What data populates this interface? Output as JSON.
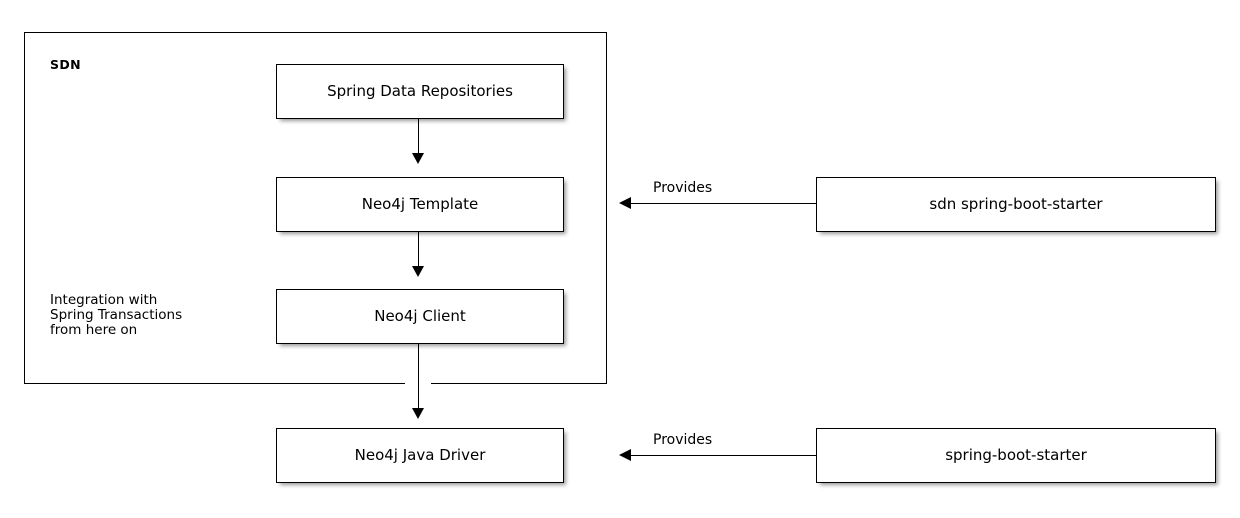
{
  "diagram": {
    "title_group": "SDN",
    "groups": [
      {
        "name": "sdn-boundary",
        "label": "SDN"
      }
    ],
    "nodes": [
      {
        "id": "spring-data-repositories",
        "label": "Spring Data Repositories"
      },
      {
        "id": "neo4j-template",
        "label": "Neo4j Template"
      },
      {
        "id": "neo4j-client",
        "label": "Neo4j Client"
      },
      {
        "id": "neo4j-java-driver",
        "label": "Neo4j Java Driver"
      },
      {
        "id": "sdn-spring-boot-starter",
        "label": "sdn spring-boot-starter"
      },
      {
        "id": "spring-boot-starter",
        "label": "spring-boot-starter"
      }
    ],
    "notes": [
      {
        "id": "transactions-note",
        "text": "Integration with\nSpring Transactions\nfrom here on"
      }
    ],
    "edges": [
      {
        "id": "repos-to-template",
        "from": "spring-data-repositories",
        "to": "neo4j-template",
        "label": "",
        "direction": "down"
      },
      {
        "id": "template-to-client",
        "from": "neo4j-template",
        "to": "neo4j-client",
        "label": "",
        "direction": "down"
      },
      {
        "id": "client-to-driver",
        "from": "neo4j-client",
        "to": "neo4j-java-driver",
        "label": "",
        "direction": "down"
      },
      {
        "id": "sdn-starter-provides",
        "from": "sdn-spring-boot-starter",
        "to": "neo4j-template",
        "label": "Provides",
        "direction": "left"
      },
      {
        "id": "boot-starter-provides",
        "from": "spring-boot-starter",
        "to": "neo4j-java-driver",
        "label": "Provides",
        "direction": "left"
      }
    ],
    "colors": {
      "stroke": "#000000",
      "fill": "#ffffff",
      "background": "#ffffff",
      "shadow": "rgba(0,0,0,0.40)"
    }
  }
}
